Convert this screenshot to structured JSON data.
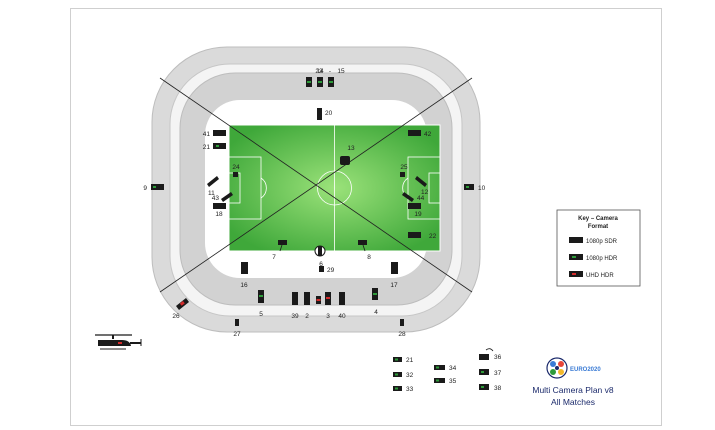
{
  "plan": {
    "title_line1": "Multi Camera Plan v8",
    "title_line2": "All Matches"
  },
  "logo": {
    "text": "EURO2020"
  },
  "key": {
    "title_line1": "Key – Camera",
    "title_line2": "Format",
    "items": [
      {
        "label": "1080p SDR",
        "color": "#1a1a1a"
      },
      {
        "label": "1080p HDR",
        "color": "#2e9b3a"
      },
      {
        "label": "UHD HDR",
        "color": "#d42b2b"
      }
    ]
  },
  "cameras": {
    "c14": "14",
    "c23": "23",
    "c15": "15",
    "c20": "20",
    "c41": "41",
    "c21": "21",
    "c42": "42",
    "c13": "13",
    "c24": "24",
    "c25": "25",
    "c11": "11",
    "c12": "12",
    "c9": "9",
    "c10": "10",
    "c43": "43",
    "c44": "44",
    "c18": "18",
    "c19": "19",
    "c22": "22",
    "c7": "7",
    "c6": "6",
    "c8": "8",
    "c29": "29",
    "c16": "16",
    "c17": "17",
    "c5": "5",
    "c39": "39",
    "c2": "2",
    "c3": "3",
    "c40": "40",
    "c4": "4",
    "c26": "26",
    "c27": "27",
    "c28": "28",
    "e21": "21",
    "e32": "32",
    "e33": "33",
    "e34": "34",
    "e35": "35",
    "e36": "36",
    "e37": "37",
    "e38": "38"
  },
  "colors": {
    "stand": "#d9d9d9",
    "stand_edge": "#b5b5b5",
    "pitch": "#58b947",
    "pitch_light": "#8ed66f",
    "hdr": "#2e9b3a",
    "uhd": "#d42b2b"
  }
}
